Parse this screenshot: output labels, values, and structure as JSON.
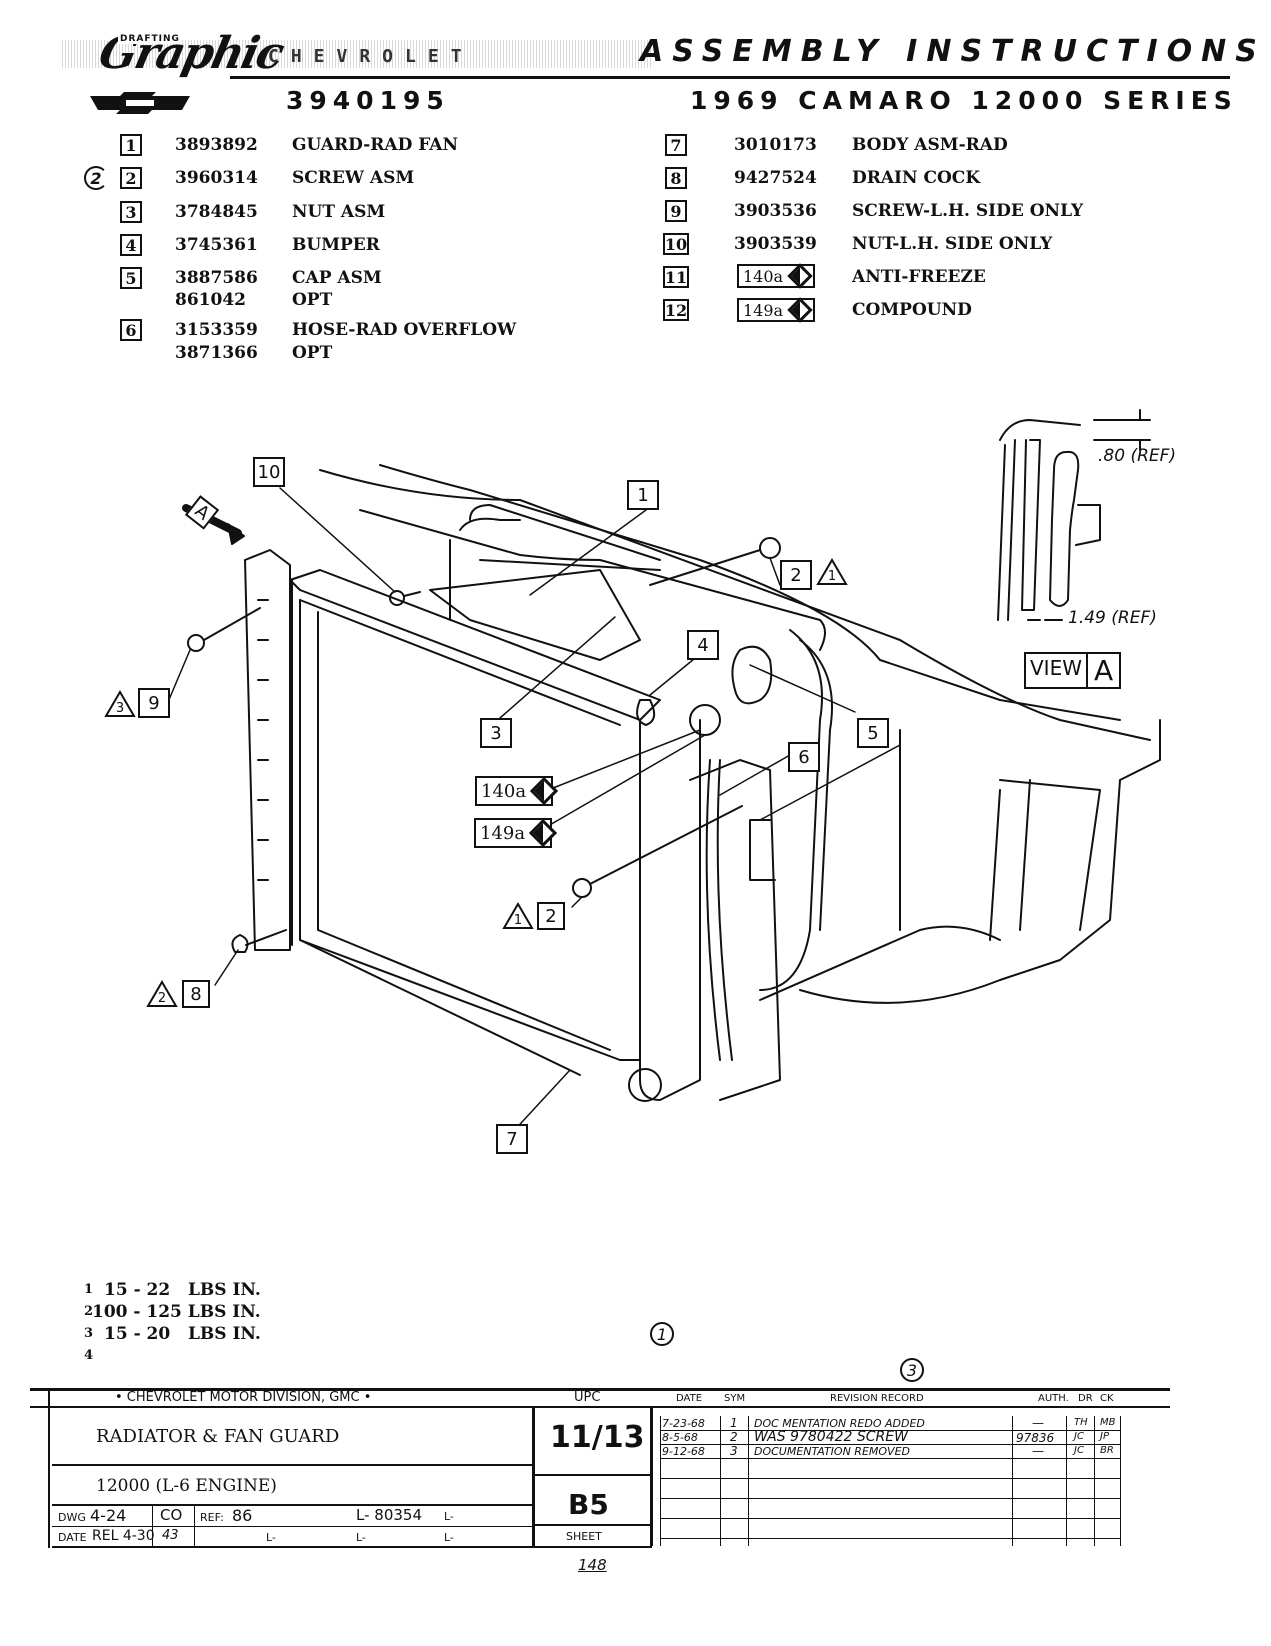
{
  "header": {
    "logo_script": "Graphic",
    "logo_drafting": "DRAFTING",
    "logo_brand": "CHEVROLET",
    "doc_number": "3940195",
    "title": "ASSEMBLY INSTRUCTIONS",
    "subtitle": "1969 CAMARO 12000 SERIES"
  },
  "parts_left": [
    {
      "item": "1",
      "part": "3893892",
      "desc": "GUARD-RAD FAN"
    },
    {
      "item": "2",
      "part": "3960314",
      "desc": "SCREW ASM",
      "rev_mark": "2"
    },
    {
      "item": "3",
      "part": "3784845",
      "desc": "NUT ASM"
    },
    {
      "item": "4",
      "part": "3745361",
      "desc": "BUMPER"
    },
    {
      "item": "5",
      "part": "3887586",
      "desc": "CAP ASM",
      "alt_part": "861042",
      "alt_desc": "OPT"
    },
    {
      "item": "6",
      "part": "3153359",
      "desc": "HOSE-RAD OVERFLOW",
      "alt_part": "3871366",
      "alt_desc": "OPT"
    }
  ],
  "parts_right": [
    {
      "item": "7",
      "part": "3010173",
      "desc": "BODY ASM-RAD"
    },
    {
      "item": "8",
      "part": "9427524",
      "desc": "DRAIN COCK"
    },
    {
      "item": "9",
      "part": "3903536",
      "desc": "SCREW-L.H. SIDE ONLY"
    },
    {
      "item": "10",
      "part": "3903539",
      "desc": "NUT-L.H. SIDE ONLY"
    },
    {
      "item": "11",
      "part": "140a",
      "desc": "ANTI-FREEZE",
      "tag": true
    },
    {
      "item": "12",
      "part": "149a",
      "desc": "COMPOUND",
      "tag": true
    }
  ],
  "drawing": {
    "callouts": {
      "c1": "1",
      "c2a": "2",
      "c2b": "2",
      "c3": "3",
      "c4": "4",
      "c5": "5",
      "c6": "6",
      "c7": "7",
      "c8": "8",
      "c9": "9",
      "c10": "10"
    },
    "torque_marks": {
      "t_c2a": "1",
      "t_c2b": "1",
      "t_c8": "2",
      "t_c9": "3"
    },
    "tags": {
      "tag140": "140a",
      "tag149": "149a"
    },
    "view_arrow": "A",
    "view_a": {
      "dim_top": ".80 (REF)",
      "dim_bottom": "1.49 (REF)",
      "label": "VIEW",
      "letter": "A"
    }
  },
  "torque_legend": [
    {
      "mark": "1",
      "text": "15 - 22   LBS IN."
    },
    {
      "mark": "2",
      "text": "100 - 125 LBS IN."
    },
    {
      "mark": "3",
      "text": "15 - 20   LBS IN."
    },
    {
      "mark": "4",
      "text": ""
    }
  ],
  "revision_circles": {
    "r1": "1",
    "r3": "3"
  },
  "title_block": {
    "division": "• CHEVROLET MOTOR DIVISION, GMC •",
    "upc_label": "UPC",
    "part_name": "RADIATOR & FAN GUARD",
    "model": "12000 (L-6 ENGINE)",
    "upc_value": "11/13",
    "grid_ref": "B5",
    "sheet_label": "SHEET",
    "dwg_label": "DWG",
    "dwg_value": "4-24",
    "co_label": "CO",
    "ref_label": "REF:",
    "ref_value": "86",
    "l_number": "L- 80354",
    "l_suffix": "L-",
    "date_label": "DATE",
    "date_value": "REL 4-30",
    "date_code": "43",
    "l_blank1": "L-",
    "l_blank2": "L-",
    "l_blank3": "L-",
    "page_number": "148",
    "rev_headers": [
      "DATE",
      "SYM",
      "REVISION RECORD",
      "AUTH.",
      "DR",
      "CK"
    ],
    "revisions": [
      {
        "date": "7-23-68",
        "sym": "1",
        "record": "DOC MENTATION REDO ADDED",
        "auth": "—",
        "dr": "TH",
        "ck": "MB"
      },
      {
        "date": "8-5-68",
        "sym": "2",
        "record": "WAS 9780422 SCREW",
        "auth": "97836",
        "dr": "JC",
        "ck": "JP"
      },
      {
        "date": "9-12-68",
        "sym": "3",
        "record": "DOCUMENTATION REMOVED",
        "auth": "—",
        "dr": "JC",
        "ck": "BR"
      }
    ]
  }
}
